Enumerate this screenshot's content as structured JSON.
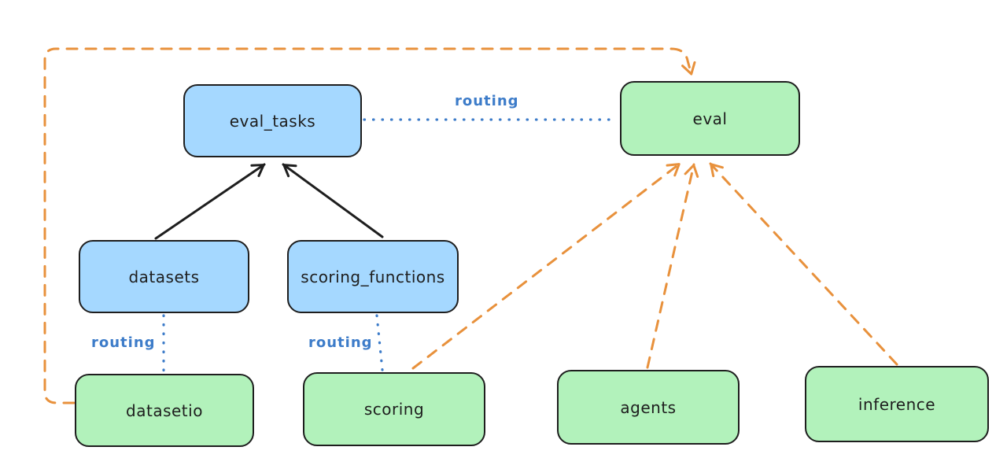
{
  "diagram": {
    "background": "#ffffff",
    "colors": {
      "node_border": "#1e1e1e",
      "api_fill_blue": "#a5d8ff",
      "provider_fill_green": "#b2f2bb",
      "routing_blue": "#3d7cc9",
      "solid_arrow_black": "#1e1e1e",
      "dashed_arrow_orange": "#e8913c"
    },
    "nodes": [
      {
        "id": "eval_tasks",
        "label": "eval_tasks",
        "kind": "blue"
      },
      {
        "id": "eval",
        "label": "eval",
        "kind": "green"
      },
      {
        "id": "datasets",
        "label": "datasets",
        "kind": "blue"
      },
      {
        "id": "scoring_functions",
        "label": "scoring_functions",
        "kind": "blue"
      },
      {
        "id": "datasetio",
        "label": "datasetio",
        "kind": "green"
      },
      {
        "id": "scoring",
        "label": "scoring",
        "kind": "green"
      },
      {
        "id": "agents",
        "label": "agents",
        "kind": "green"
      },
      {
        "id": "inference",
        "label": "inference",
        "kind": "green"
      }
    ],
    "edges": [
      {
        "from": "datasets",
        "to": "eval_tasks",
        "style": "solid-black-arrow",
        "label": ""
      },
      {
        "from": "scoring_functions",
        "to": "eval_tasks",
        "style": "solid-black-arrow",
        "label": ""
      },
      {
        "from": "eval_tasks",
        "to": "eval",
        "style": "dotted-blue",
        "label": "routing"
      },
      {
        "from": "datasets",
        "to": "datasetio",
        "style": "dotted-blue",
        "label": "routing"
      },
      {
        "from": "scoring_functions",
        "to": "scoring",
        "style": "dotted-blue",
        "label": "routing"
      },
      {
        "from": "scoring",
        "to": "eval",
        "style": "dashed-orange-arrow",
        "label": ""
      },
      {
        "from": "agents",
        "to": "eval",
        "style": "dashed-orange-arrow",
        "label": ""
      },
      {
        "from": "inference",
        "to": "eval",
        "style": "dashed-orange-arrow",
        "label": ""
      },
      {
        "from": "datasetio",
        "to": "eval",
        "style": "dashed-orange-arrow",
        "label": ""
      }
    ]
  }
}
